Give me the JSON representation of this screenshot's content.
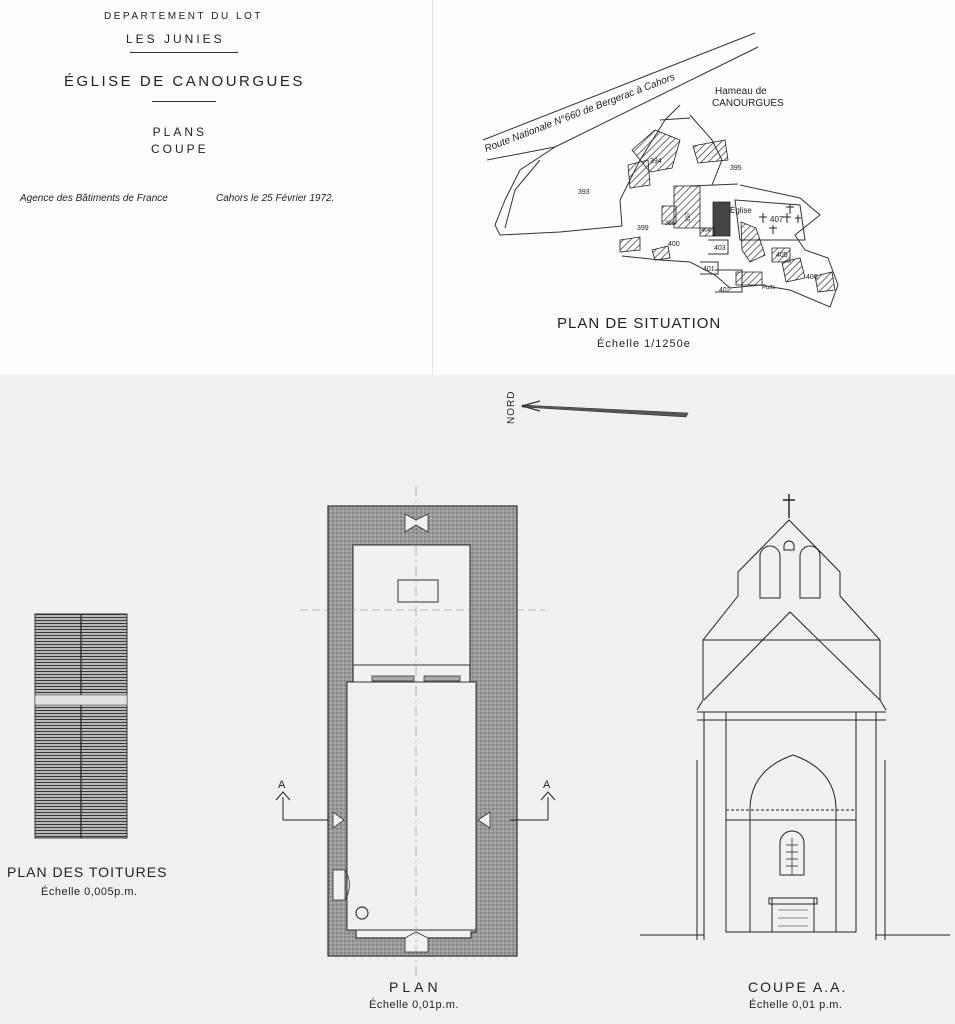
{
  "header": {
    "department": "DEPARTEMENT DU LOT",
    "commune": "LES JUNIES",
    "church": "ÉGLISE DE CANOURGUES",
    "doc_type_1": "PLANS",
    "doc_type_2": "COUPE",
    "agency": "Agence des Bâtiments de France",
    "place_date": "Cahors le 25 Février 1972."
  },
  "situation": {
    "road": "Route Nationale N°660 de Bergerac à Cahors",
    "hamlet_1": "Hameau de",
    "hamlet_2": "CANOURGUES",
    "church_label": "Église",
    "well_label": "Puits",
    "parcels": [
      "394",
      "393",
      "395",
      "396",
      "397",
      "404",
      "399",
      "400",
      "403",
      "407",
      "405",
      "401",
      "402",
      "406"
    ],
    "title": "PLAN DE SITUATION",
    "scale": "Échelle 1/1250e"
  },
  "north_label": "NORD",
  "roof_plan": {
    "title": "PLAN DES TOITURES",
    "scale": "Échelle 0,005p.m."
  },
  "floor_plan": {
    "title": "PLAN",
    "scale": "Échelle 0,01p.m.",
    "section_marker": "A"
  },
  "section": {
    "title": "COUPE A.A.",
    "scale": "Échelle 0,01 p.m."
  }
}
